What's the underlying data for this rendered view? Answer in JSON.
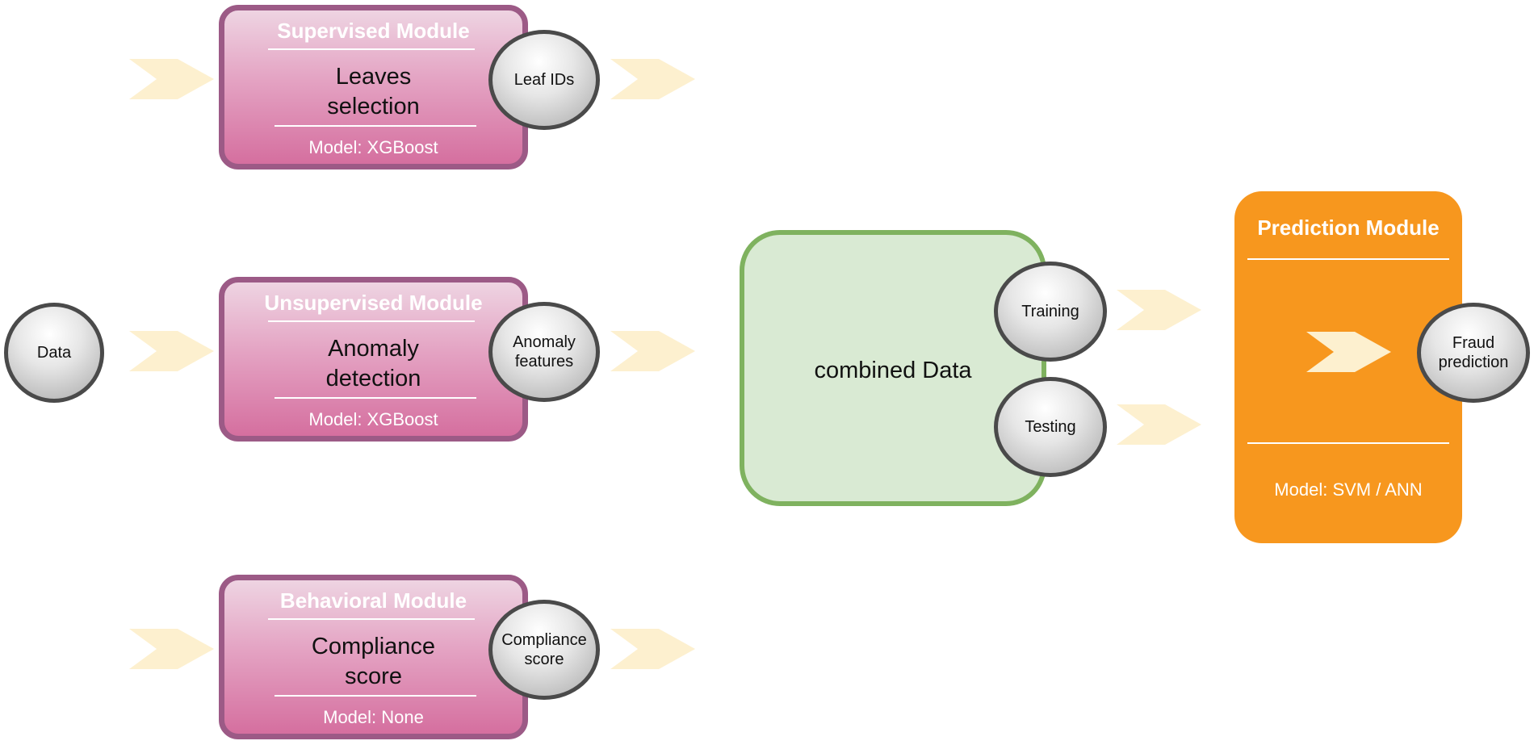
{
  "input": {
    "label": "Data"
  },
  "modules": {
    "supervised": {
      "title": "Supervised Module",
      "body_line1": "Leaves",
      "body_line2": "selection",
      "model": "Model: XGBoost",
      "output_line1": "Leaf IDs",
      "output_line2": ""
    },
    "unsupervised": {
      "title": "Unsupervised Module",
      "body_line1": "Anomaly",
      "body_line2": "detection",
      "model": "Model: XGBoost",
      "output_line1": "Anomaly",
      "output_line2": "features"
    },
    "behavioral": {
      "title": "Behavioral Module",
      "body_line1": "Compliance",
      "body_line2": "score",
      "model": "Model: None",
      "output_line1": "Compliance",
      "output_line2": "score"
    }
  },
  "combined": {
    "label": "combined Data",
    "training": "Training",
    "testing": "Testing"
  },
  "prediction": {
    "title": "Prediction Module",
    "model": "Model: SVM / ANN",
    "output_line1": "Fraud",
    "output_line2": "prediction"
  },
  "colors": {
    "module_fill": "#e4a3c3",
    "module_border": "#9c5a86",
    "combined_fill": "#d9ead3",
    "combined_border": "#7fb25f",
    "prediction_fill": "#f7971e",
    "arrow_fill": "#fdf0cf",
    "bubble_border": "#4a4a4a"
  }
}
